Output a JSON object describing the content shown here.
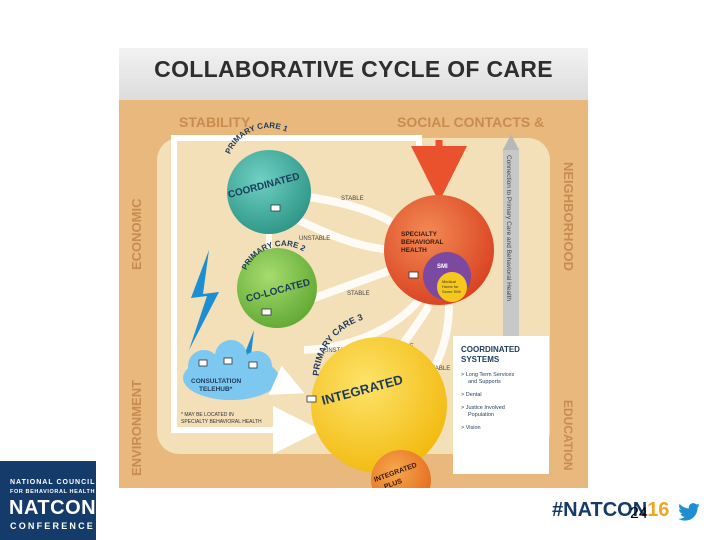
{
  "slide": {
    "title": "COLLABORATIVE CYCLE OF CARE",
    "page_number": "24",
    "hashtag_prefix": "#NATCON",
    "hashtag_year": "16"
  },
  "footer_logo": {
    "line1": "NATIONAL COUNCIL",
    "line2": "FOR BEHAVIORAL HEALTH",
    "line3": "NATCON",
    "line4": "CONFERENCE"
  },
  "border_labels": {
    "economic": "ECONOMIC",
    "stability": "STABILITY",
    "social_contacts": "SOCIAL CONTACTS &",
    "neighborhood": "NEIGHBORHOOD",
    "environment": "ENVIRONMENT",
    "education": "EDUCATION"
  },
  "nodes": {
    "pc1_line1": "PRIMARY CARE 1",
    "pc1_line2": "COORDINATED",
    "pc2_line1": "PRIMARY CARE 2",
    "pc2_line2": "CO-LOCATED",
    "pc3_line1": "PRIMARY CARE 3",
    "pc3_line2": "INTEGRATED",
    "specialty_line1": "SPECIALTY",
    "specialty_line2": "BEHAVIORAL",
    "specialty_line3": "HEALTH",
    "smi": "SMI",
    "medical_home_line1": "Medical",
    "medical_home_line2": "Home for",
    "medical_home_line3": "Some SMI",
    "integrated_plus_line1": "INTEGRATED",
    "integrated_plus_line2": "PLUS",
    "consultation_line1": "CONSULTATION",
    "consultation_line2": "TELEHUB*"
  },
  "arrow_labels": {
    "stable": "STABLE",
    "unstable": "UNSTABLE",
    "connection": "Connection to Primary Care and Behavioral Health"
  },
  "footnote": {
    "line1": "* MAY BE LOCATED IN",
    "line2": "SPECIALTY BEHAVIORAL HEALTH"
  },
  "coordinated_systems": {
    "title_line1": "COORDINATED",
    "title_line2": "SYSTEMS",
    "items": [
      {
        "line1": "> Long Term Services",
        "line2": "and Supports"
      },
      {
        "line1": "> Dental",
        "line2": ""
      },
      {
        "line1": "> Justice Involved",
        "line2": "Population"
      },
      {
        "line1": "> Vision",
        "line2": ""
      }
    ]
  },
  "colors": {
    "background": "#f3dfb8",
    "border_band": "#e8b87c",
    "teal": "#3aa89b",
    "green": "#7cc043",
    "yellow": "#f6c81b",
    "red_orange": "#e9522c",
    "purple": "#7b4aa0",
    "blue": "#1c8ed1",
    "navy": "#153b6b",
    "gold": "#f0a623"
  }
}
